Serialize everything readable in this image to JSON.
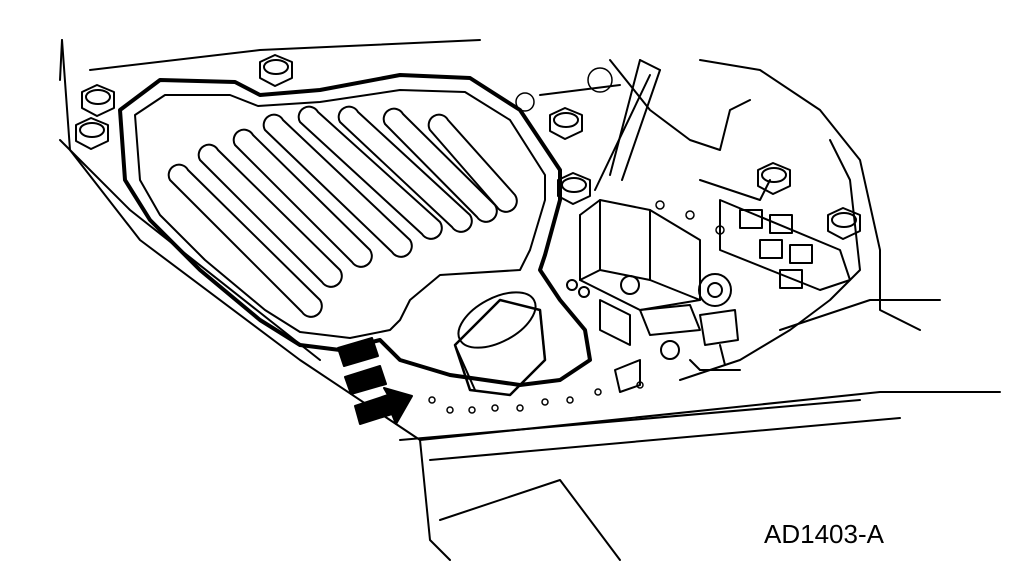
{
  "figure": {
    "label": "AD1403-A"
  },
  "colors": {
    "ink": "#000000",
    "paper": "#ffffff"
  },
  "parts": [
    "transmission-case",
    "oil-filter",
    "filter-outlet-tube",
    "valve-body",
    "solenoid-body",
    "retaining-bolt",
    "removal-direction-arrow"
  ]
}
